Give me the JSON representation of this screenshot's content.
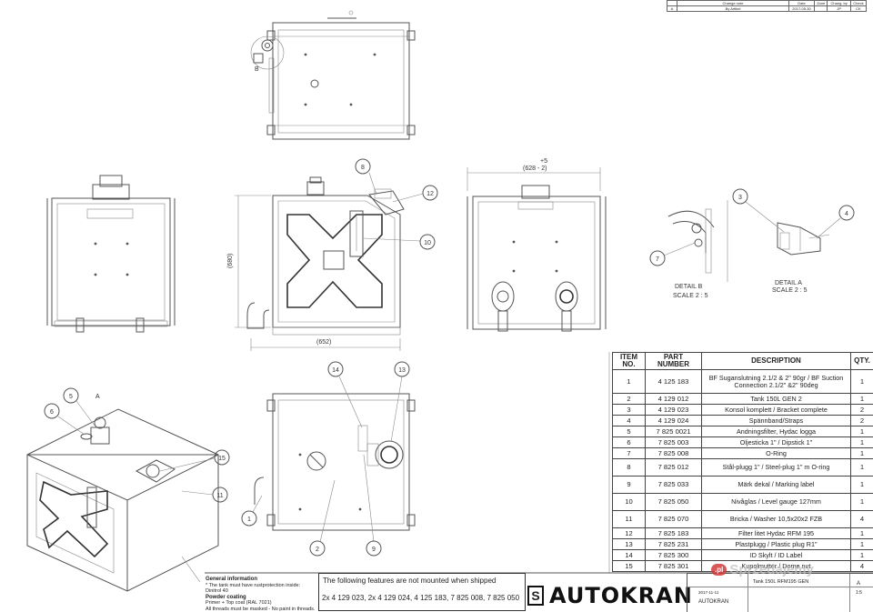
{
  "revision_table": {
    "headers": [
      "Change note",
      "Date",
      "Zone",
      "Chang. by",
      "Check"
    ],
    "row": [
      "A",
      "By Artikel",
      "2017-05-30",
      "",
      "JP",
      "CK"
    ]
  },
  "dimensions": {
    "width_top": "+5",
    "width_main": "(628 - 2)",
    "height": "(680)",
    "depth": "(652)"
  },
  "details": {
    "detail_b": "DETAIL B",
    "detail_b_scale": "SCALE 2 : 5",
    "detail_a": "DETAIL A",
    "detail_a_scale": "SCALE 2 : 5"
  },
  "view_labels": {
    "b": "B",
    "a": "A"
  },
  "balloons": {
    "n1": "1",
    "n2": "2",
    "n3": "3",
    "n4": "4",
    "n5": "5",
    "n6": "6",
    "n7": "7",
    "n8": "8",
    "n9": "9",
    "n10": "10",
    "n11": "11",
    "n12": "12",
    "n13": "13",
    "n14": "14",
    "n15": "15"
  },
  "parts_table": {
    "headers": {
      "item": "ITEM NO.",
      "part": "PART NUMBER",
      "desc": "DESCRIPTION",
      "qty": "QTY."
    },
    "rows": [
      {
        "item": "1",
        "part": "4 125 183",
        "desc": "BF Suganslutning 2.1/2 & 2\" 90gr / BF Suction Connection 2.1/2\" &2\" 90deg",
        "qty": "1"
      },
      {
        "item": "2",
        "part": "4 129 012",
        "desc": "Tank 150L GEN 2",
        "qty": "1"
      },
      {
        "item": "3",
        "part": "4 129 023",
        "desc": "Konsol komplett / Bracket complete",
        "qty": "2"
      },
      {
        "item": "4",
        "part": "4 129 024",
        "desc": "Spännband/Straps",
        "qty": "2"
      },
      {
        "item": "5",
        "part": "7 825 0021",
        "desc": "Andningsfilter, Hydac logga",
        "qty": "1"
      },
      {
        "item": "6",
        "part": "7 825 003",
        "desc": "Oljesticka 1\" / Dipstick 1\"",
        "qty": "1"
      },
      {
        "item": "7",
        "part": "7 825 008",
        "desc": "O-Ring",
        "qty": "1"
      },
      {
        "item": "8",
        "part": "7 825 012",
        "desc": "Stål-plugg 1\" / Steel-plug 1\" m O-ring",
        "qty": "1"
      },
      {
        "item": "9",
        "part": "7 825 033",
        "desc": "Märk dekal / Marking label",
        "qty": "1"
      },
      {
        "item": "10",
        "part": "7 825 050",
        "desc": "Nivåglas / Level gauge 127mm",
        "qty": "1"
      },
      {
        "item": "11",
        "part": "7 825 070",
        "desc": "Bricka / Washer 10,5x20x2  FZB",
        "qty": "4"
      },
      {
        "item": "12",
        "part": "7 825 183",
        "desc": "Filter litet Hydac RFM 195",
        "qty": "1"
      },
      {
        "item": "13",
        "part": "7 825 231",
        "desc": "Plastplugg / Plastic plug R1\"",
        "qty": "1"
      },
      {
        "item": "14",
        "part": "7 825 300",
        "desc": "ID Skylt / ID Label",
        "qty": "1"
      },
      {
        "item": "15",
        "part": "7 825 301",
        "desc": "Kupolmutter / Dome nut",
        "qty": "4"
      }
    ]
  },
  "general_info": {
    "title": "General information",
    "line1": "* The tank must have rustprotection inside: Dinitrol 40",
    "coating_title": "Powder coating",
    "line2": "Primer + Top coat (RAL 7021)",
    "line3": "All threads must be masked - No paint in threads."
  },
  "shipping_note": {
    "title": "The following features are not mounted when shipped",
    "parts": "2x 4 129 023, 2x 4 129 024, 4 125 183, 7 825 008, 7 825 050"
  },
  "logo": {
    "mark": "S",
    "text": "AUTOKRAN"
  },
  "title_block": {
    "name": "Tank 150L RFM195 GEN",
    "company": "AUTOKRAN",
    "date": "2017-11-11",
    "rev": "A",
    "scale": "1:5"
  },
  "watermark": {
    "badge": ".pl",
    "text": "Sprzedajemy"
  }
}
